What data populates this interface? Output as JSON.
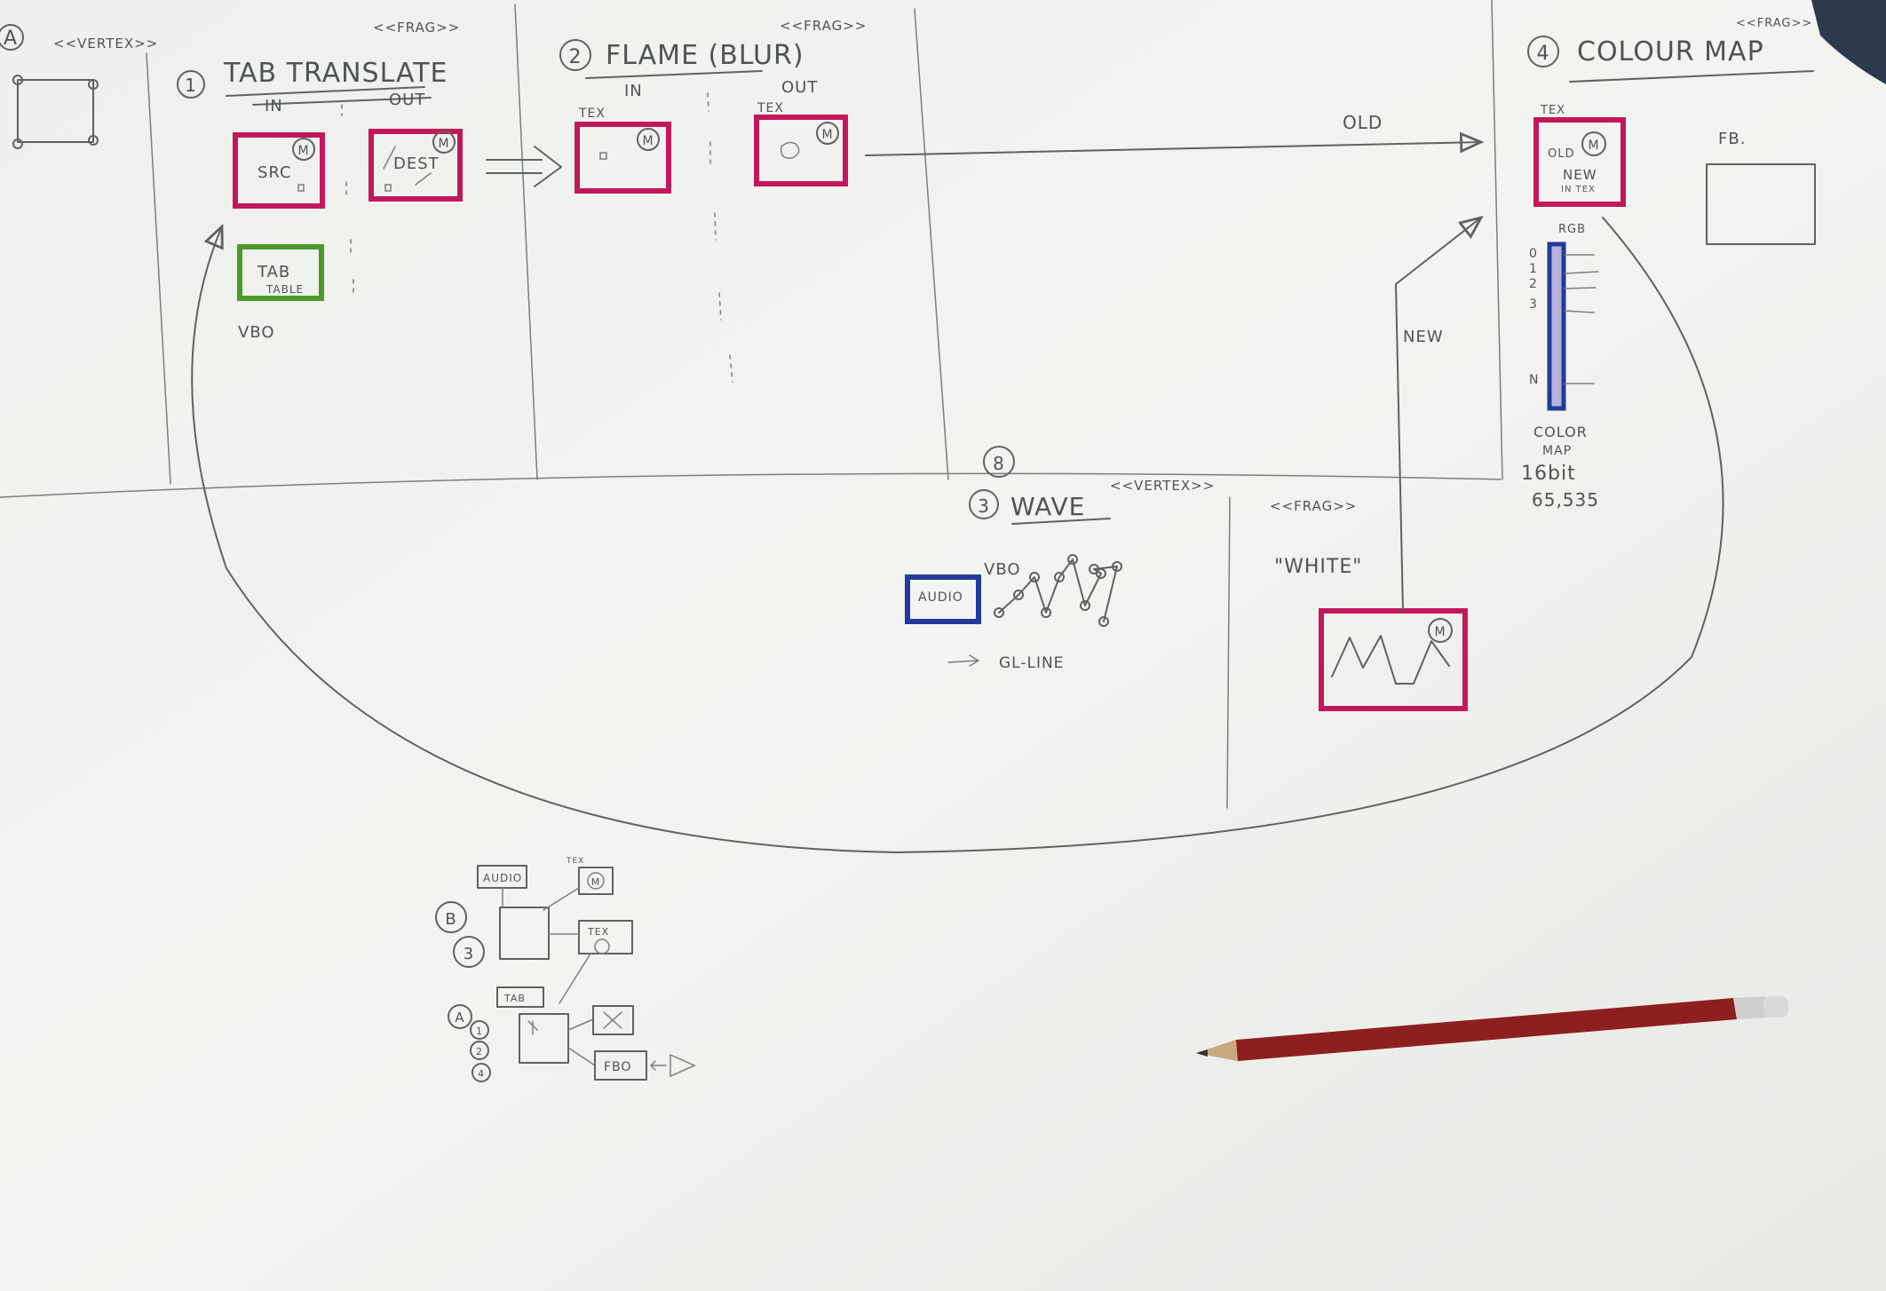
{
  "colors": {
    "paper": "#f1f2ef",
    "pencil": "#5e6260",
    "magenta": "#c2185b",
    "green": "#4c9a2a",
    "blue": "#233a9a",
    "pencil_body": "#8e1f1f"
  },
  "vertex_a": {
    "circle": "A",
    "tag": "<<VERTEX>>"
  },
  "pass1": {
    "num": "1",
    "title": "TAB TRANSLATE",
    "tag": "<<FRAG>>",
    "in": "IN",
    "out": "OUT",
    "src": "SRC",
    "dest": "DEST",
    "badge": "M",
    "tab": "TAB",
    "table": "TABLE",
    "vbo": "VBO"
  },
  "pass2": {
    "num": "2",
    "title": "FLAME (BLUR)",
    "tag": "<<FRAG>>",
    "in": "IN",
    "out": "OUT",
    "tex_in": "TEX",
    "tex_out": "TEX",
    "badge": "M"
  },
  "pass3": {
    "num_top": "8",
    "num": "3",
    "title": "WAVE",
    "tag_vertex": "<<VERTEX>>",
    "tag_frag": "<<FRAG>>",
    "audio": "AUDIO",
    "vbo": "VBO",
    "gl_line": "GL-LINE",
    "white": "\"WHITE\"",
    "badge": "M",
    "new": "NEW"
  },
  "pass4": {
    "num": "4",
    "title": "COLOUR MAP",
    "tag": "<<FRAG>>",
    "tex": "TEX",
    "old_in": "OLD",
    "new_in": "NEW",
    "new_in2": "IN TEX",
    "badge": "M",
    "old_arrow": "OLD",
    "fb": "FB.",
    "rgb": "RGB",
    "ticks": [
      "0",
      "1",
      "2",
      "3",
      "N"
    ],
    "color": "COLOR",
    "map": "MAP",
    "bits": "16bit",
    "range": "65,535"
  },
  "mini": {
    "b": "B",
    "three": "3",
    "a": "A",
    "one": "1",
    "two": "2",
    "four": "4",
    "audio": "AUDIO",
    "tex_top": "TEX",
    "m": "M",
    "tex": "TEX",
    "tab": "TAB",
    "fbo": "FBO"
  }
}
